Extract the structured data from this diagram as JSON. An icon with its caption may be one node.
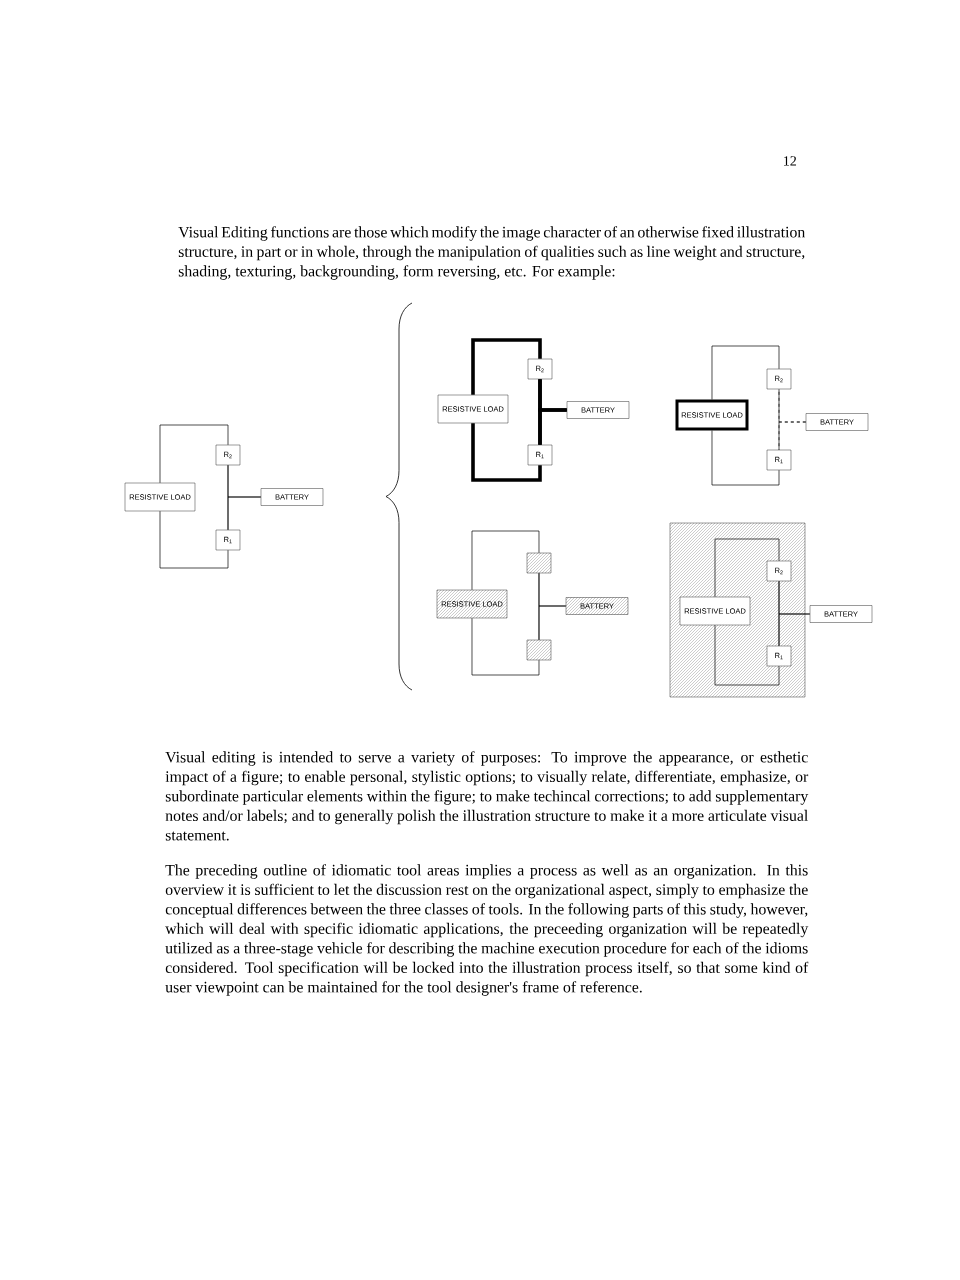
{
  "diagram": {
    "nodes": [
      {
        "text": [
          "RESISTIVE LOAD"
        ]
      },
      {
        "text": [
          "R$_{2}$"
        ]
      },
      {
        "text": [
          "R$_{1}$"
        ]
      },
      {
        "text": [
          "BATTERY"
        ]
      },
      {
        "text": [
          "RESISTIVE LOAD"
        ]
      },
      {
        "text": [
          "R$_{2}$"
        ]
      },
      {
        "text": [
          "R$_{1}$"
        ]
      },
      {
        "text": [
          "BATTERY"
        ]
      },
      {
        "text": [
          "RESISTIVE LOAD"
        ]
      },
      {
        "text": [
          "R$_{2}$"
        ]
      },
      {
        "text": [
          "R$_{1}$"
        ]
      },
      {
        "text": [
          "BATTERY"
        ]
      },
      {
        "text": [
          "RESISTIVE LOAD"
        ]
      },
      {
        "text": [],
        "shape": "box"
      },
      {
        "text": [],
        "shape": "box"
      },
      {
        "text": [
          "BATTERY"
        ]
      },
      {
        "text": [
          "RESISTIVE LOAD"
        ]
      },
      {
        "text": [
          "R$_{2}$"
        ]
      },
      {
        "text": [
          "R$_{1}$"
        ]
      },
      {
        "text": [
          "BATTERY"
        ]
      }
    ],
    "edges": [
      {
        "from": 1,
        "to": 0,
        "arrow": "none"
      },
      {
        "from": 0,
        "to": 2,
        "arrow": "none"
      },
      {
        "from": 1,
        "to": 2,
        "arrow": "none"
      },
      {
        "from": 3,
        "to": 1,
        "arrow": "none"
      },
      {
        "from": 3,
        "to": 2,
        "arrow": "none"
      },
      {
        "from": 5,
        "to": 4,
        "arrow": "none",
        "style": "thick"
      },
      {
        "from": 4,
        "to": 6,
        "arrow": "none",
        "style": "thick"
      },
      {
        "from": 5,
        "to": 6,
        "arrow": "none",
        "style": "thick"
      },
      {
        "from": 7,
        "to": 5,
        "arrow": "none",
        "style": "thick"
      },
      {
        "from": 7,
        "to": 6,
        "arrow": "none",
        "style": "thick"
      },
      {
        "from": 9,
        "to": 8,
        "arrow": "none"
      },
      {
        "from": 8,
        "to": 10,
        "arrow": "none"
      },
      {
        "from": 9,
        "to": 10,
        "arrow": "none"
      },
      {
        "from": 11,
        "to": 9,
        "arrow": "none",
        "style": "dashed"
      },
      {
        "from": 11,
        "to": 10,
        "arrow": "none",
        "style": "dashed"
      },
      {
        "from": 13,
        "to": 12,
        "arrow": "none"
      },
      {
        "from": 12,
        "to": 14,
        "arrow": "none"
      },
      {
        "from": 13,
        "to": 14,
        "arrow": "none"
      },
      {
        "from": 15,
        "to": 13,
        "arrow": "none"
      },
      {
        "from": 15,
        "to": 14,
        "arrow": "none"
      },
      {
        "from": 17,
        "to": 16,
        "arrow": "none"
      },
      {
        "from": 16,
        "to": 18,
        "arrow": "none"
      },
      {
        "from": 17,
        "to": 18,
        "arrow": "none"
      },
      {
        "from": 19,
        "to": 17,
        "arrow": "none"
      },
      {
        "from": 19,
        "to": 18,
        "arrow": "none"
      }
    ],
    "labels": [
      "12",
      "Visual Editing functions are those which modify the image character of an otherwise fixed illustration structure, in part or in whole, through the manipulation of qualities such as line weight and structure, shading, texturing, backgrounding, form reversing, etc. For example:",
      "Visual editing is intended to serve a variety of purposes: To improve the appearance, or esthetic impact of a figure; to enable personal, stylistic options; to visually relate, differentiate, emphasize, or subordinate particular elements within the figure; to make techincal corrections; to add supplementary notes and/or labels; and to generally polish the illustration structure to make it a more articulate visual statement.",
      "The preceding outline of idiomatic tool areas implies a process as well as an organization. In this overview it is sufficient to let the discussion rest on the organizational aspect, simply to emphasize the conceptual differences between the three classes of tools. In the following parts of this study, however, which will deal with specific idiomatic applications, the preceeding organization will be repeatedly utilized as a three-stage vehicle for describing the machine execution procedure for each of the idioms considered. Tool specification will be locked into the illustration process itself, so that some kind of user viewpoint can be maintained for the tool designer's frame of reference."
    ]
  }
}
